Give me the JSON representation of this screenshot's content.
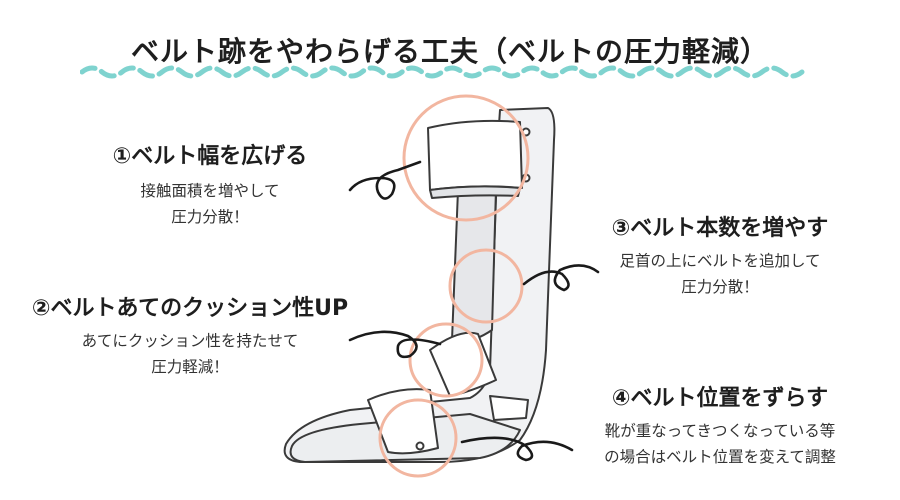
{
  "title": "ベルト跡をやわらげる工夫（ベルトの圧力軽減）",
  "tips": [
    {
      "heading": "①ベルト幅を広げる",
      "lines": [
        "接触面積を増やして",
        "圧力分散！"
      ]
    },
    {
      "heading": "②ベルトあてのクッション性UP",
      "lines": [
        "あてにクッション性を持たせて",
        "圧力軽減！"
      ]
    },
    {
      "heading": "③ベルト本数を増やす",
      "lines": [
        "足首の上にベルトを追加して",
        "圧力分散！"
      ]
    },
    {
      "heading": "④ベルト位置をずらす",
      "lines": [
        "靴が重なってきつくなっている等",
        "の場合はベルト位置を変えて調整"
      ]
    }
  ],
  "colors": {
    "wave": "#7fd3cf",
    "circle": "#f2b6a0",
    "brace_fill": "#f1f2f4",
    "brace_stroke": "#3a3a3a"
  }
}
